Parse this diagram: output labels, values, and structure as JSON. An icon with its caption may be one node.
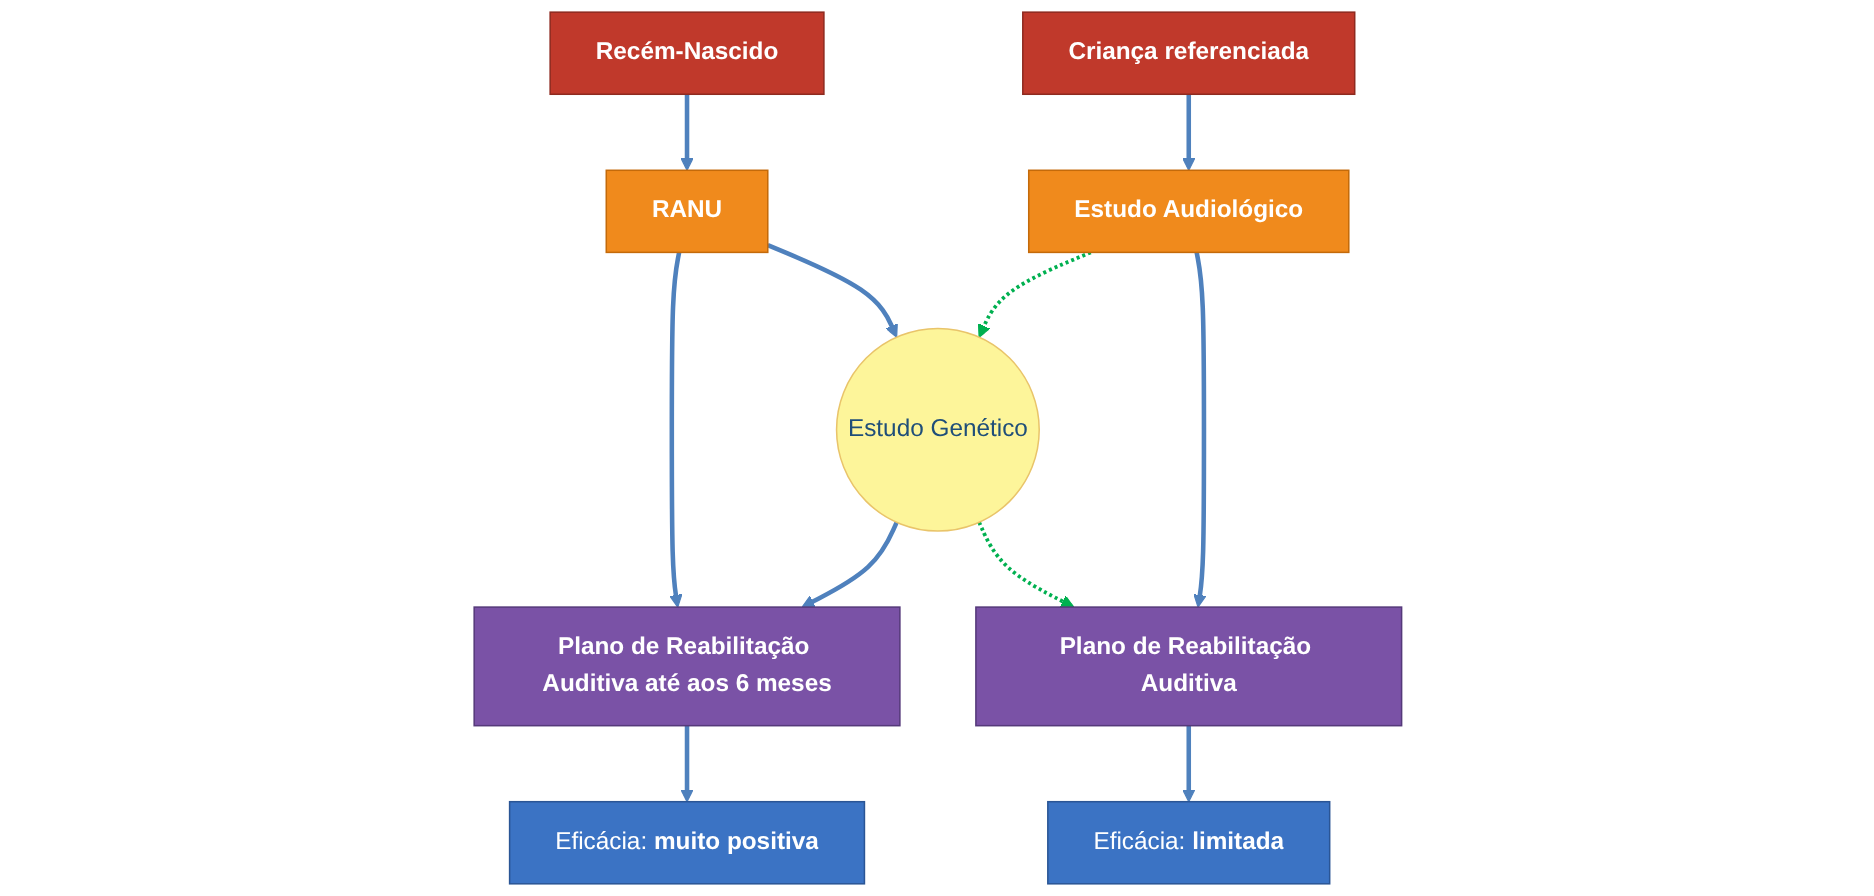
{
  "diagram": {
    "nodes": [
      {
        "text": [
          "Recém-Nascido"
        ]
      },
      {
        "text": [
          "RANU"
        ]
      },
      {
        "text": [
          "Plano de Reabilitação Auditiva até aos 6 meses"
        ]
      },
      {
        "text": [
          "Eficácia: **muito positiva**"
        ]
      },
      {
        "text": [
          "Estudo Genético"
        ]
      },
      {
        "text": [
          "Criança referenciada"
        ]
      },
      {
        "text": [
          "Estudo Audiológico"
        ]
      },
      {
        "text": [
          "Plano de Reabilitação Auditiva"
        ]
      },
      {
        "text": [
          "Eficácia: **limitada**"
        ]
      }
    ],
    "edges": [
      {
        "from": 0,
        "to": 1,
        "arrow": "to"
      },
      {
        "from": 1,
        "to": 4,
        "arrow": "to"
      },
      {
        "from": 1,
        "to": 2,
        "arrow": "to"
      },
      {
        "from": 4,
        "to": 2,
        "arrow": "to"
      },
      {
        "from": 2,
        "to": 3,
        "arrow": "to"
      },
      {
        "from": 5,
        "to": 6,
        "arrow": "to"
      },
      {
        "from": 6,
        "to": 4,
        "arrow": "to",
        "style": "dashed",
        "color": "#00b050"
      },
      {
        "from": 4,
        "to": 7,
        "arrow": "to",
        "style": "dashed",
        "color": "#00b050"
      },
      {
        "from": 6,
        "to": 7,
        "arrow": "to"
      },
      {
        "from": 7,
        "to": 8,
        "arrow": "to"
      }
    ]
  }
}
